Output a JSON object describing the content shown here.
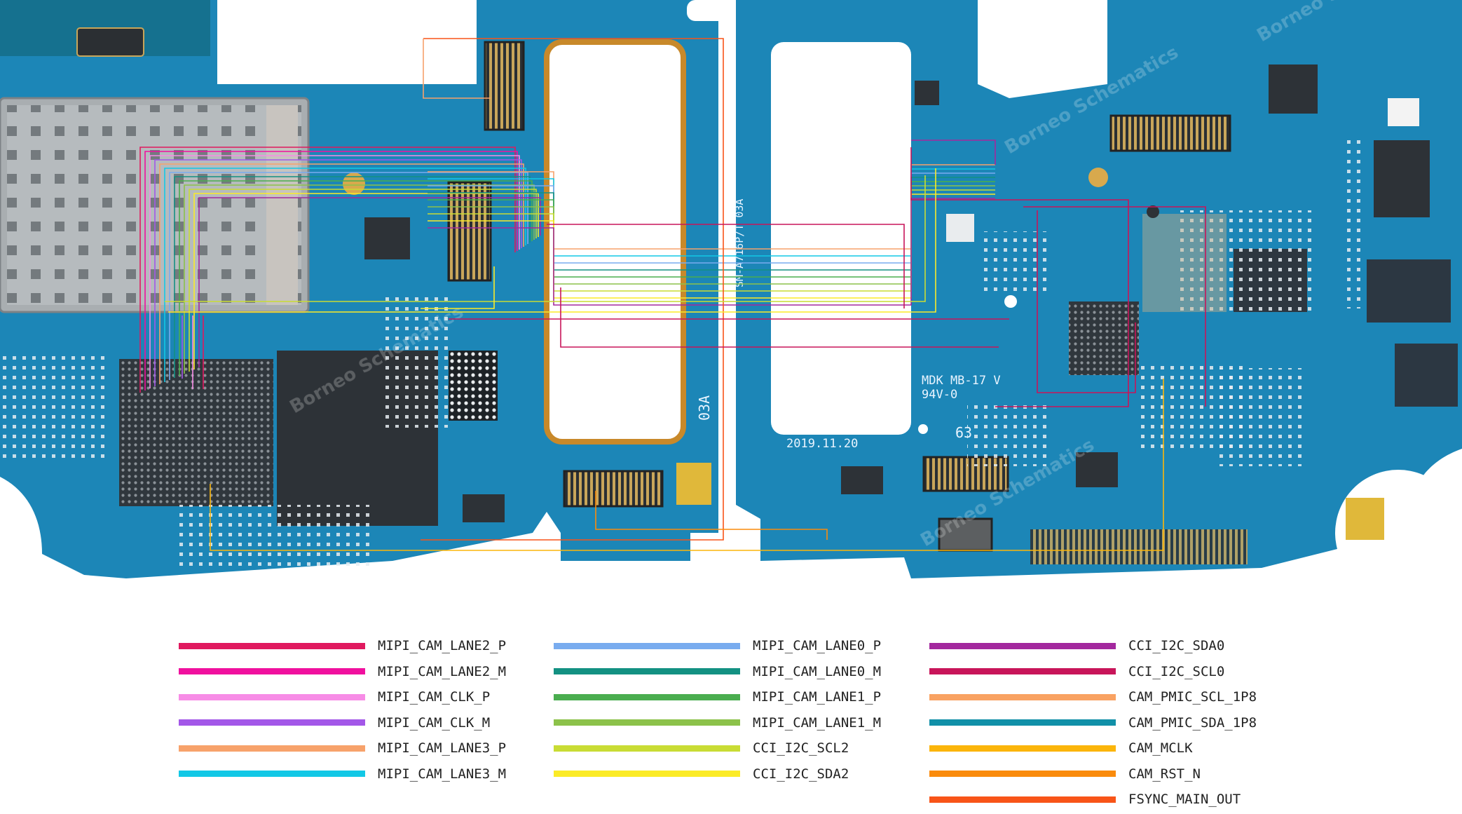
{
  "board_markings": {
    "model": "SM-A716P/T 03A",
    "rev": "03A",
    "mdk": "MDK MB-17 V",
    "flammability": "94V-0",
    "date": "2019.11.20",
    "num": "63"
  },
  "watermark": "Borneo Schematics",
  "colors": {
    "pcb": "#1c86b7",
    "pcb_dark": "#14689a",
    "copper": "#c8892a",
    "chip": "#2c3238",
    "background": "#ffffff"
  },
  "legend": {
    "columns": [
      [
        {
          "label": "MIPI_CAM_LANE2_P",
          "color": "#e0195f"
        },
        {
          "label": "MIPI_CAM_LANE2_M",
          "color": "#f0109e"
        },
        {
          "label": "MIPI_CAM_CLK_P",
          "color": "#f78ce6"
        },
        {
          "label": "MIPI_CAM_CLK_M",
          "color": "#a357e8"
        },
        {
          "label": "MIPI_CAM_LANE3_P",
          "color": "#f7a26b"
        },
        {
          "label": "MIPI_CAM_LANE3_M",
          "color": "#12c8e6"
        }
      ],
      [
        {
          "label": "MIPI_CAM_LANE0_P",
          "color": "#79acef"
        },
        {
          "label": "MIPI_CAM_LANE0_M",
          "color": "#139182"
        },
        {
          "label": "MIPI_CAM_LANE1_P",
          "color": "#4aad4f"
        },
        {
          "label": "MIPI_CAM_LANE1_M",
          "color": "#8cc24a"
        },
        {
          "label": "CCI_I2C_SCL2",
          "color": "#c9dc34"
        },
        {
          "label": "CCI_I2C_SDA2",
          "color": "#fbeb27"
        }
      ],
      [
        {
          "label": "CCI_I2C_SDA0",
          "color": "#a3289e"
        },
        {
          "label": "CCI_I2C_SCL0",
          "color": "#c8155a"
        },
        {
          "label": "CAM_PMIC_SCL_1P8",
          "color": "#f9a262"
        },
        {
          "label": "CAM_PMIC_SDA_1P8",
          "color": "#1190a8"
        },
        {
          "label": "CAM_MCLK",
          "color": "#fbb50a"
        },
        {
          "label": "CAM_RST_N",
          "color": "#fa8b0c"
        },
        {
          "label": "FSYNC_MAIN_OUT",
          "color": "#f85418"
        }
      ]
    ]
  }
}
